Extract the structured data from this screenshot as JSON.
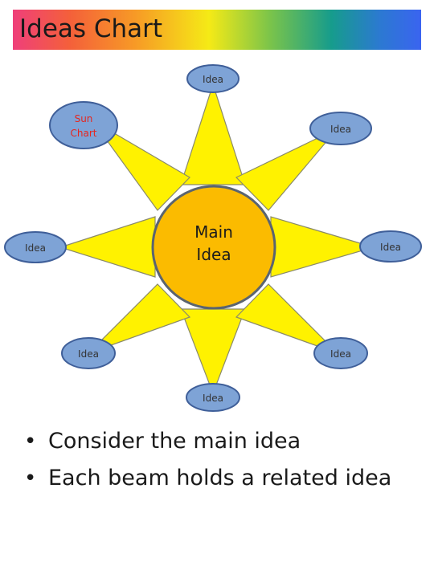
{
  "title": "Ideas Chart",
  "main_idea": {
    "line1": "Main",
    "line2": "Idea"
  },
  "sun_chart": {
    "line1": "Sun",
    "line2": "Chart"
  },
  "idea_label": "Idea",
  "bullets": [
    {
      "text": "Consider the main idea"
    },
    {
      "text": "Each beam holds a related idea"
    }
  ],
  "colors": {
    "sun_ray": "#fff200",
    "sun_center": "#fbbb00",
    "sun_outline": "#5a6470",
    "bubble_fill": "#7ea3d6",
    "bubble_stroke": "#3f5f99",
    "sun_chart_text": "#e5261f"
  }
}
